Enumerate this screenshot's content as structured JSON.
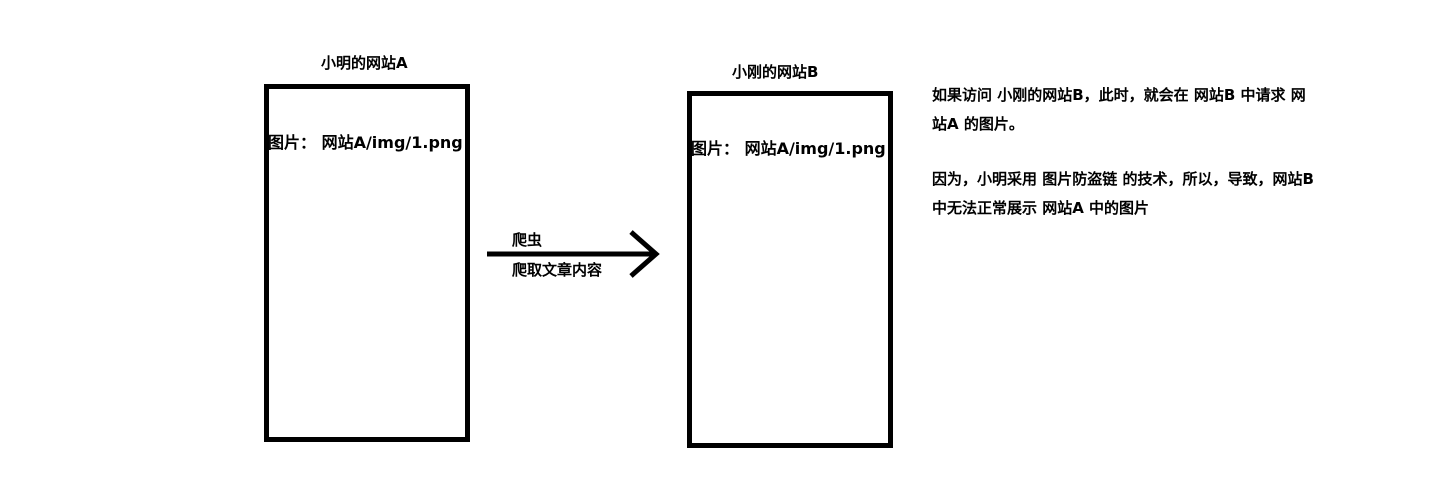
{
  "site_a": {
    "title": "小明的网站A",
    "image_text": "图片： 网站A/img/1.png"
  },
  "site_b": {
    "title": "小刚的网站B",
    "image_text": "图片： 网站A/img/1.png"
  },
  "arrow": {
    "label_top": "爬虫",
    "label_bottom": "爬取文章内容"
  },
  "notes": {
    "para1_line1": "如果访问 小刚的网站B，此时，就会在 网站B 中请求 网",
    "para1_line2": "站A 的图片。",
    "para2_line1": "因为，小明采用 图片防盗链 的技术，所以，导致，网站B",
    "para2_line2": "中无法正常展示 网站A 中的图片"
  }
}
